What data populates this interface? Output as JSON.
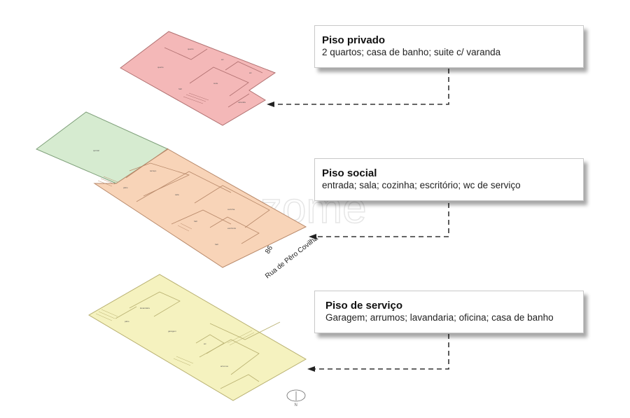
{
  "floors": [
    {
      "title": "Piso privado",
      "description": "2 quartos; casa de banho; suite c/ varanda",
      "color": "#f4b8b8",
      "rooms": [
        "quarto",
        "quarto",
        "wc",
        "wc",
        "suite",
        "hall",
        "varanda"
      ]
    },
    {
      "title": "Piso social",
      "description": "entrada; sala; cozinha; escritório; wc de serviço",
      "color": "#f8d4b8",
      "rooms": [
        "quintal",
        "terraço",
        "pátio",
        "sala",
        "cozinha",
        "hall",
        "escritório",
        "hall"
      ]
    },
    {
      "title": "Piso de serviço",
      "description": "Garagem; arrumos; lavandaria; oficina; casa de banho",
      "color": "#f5f2bf",
      "rooms": [
        "lavandaria",
        "pátio",
        "garagem",
        "wc",
        "arrumos"
      ]
    }
  ],
  "garden_color": "#d6ebd0",
  "street": {
    "name": "Rua de Pêro Covilhã",
    "number": "86"
  },
  "watermark": "zome",
  "north_label": "N"
}
